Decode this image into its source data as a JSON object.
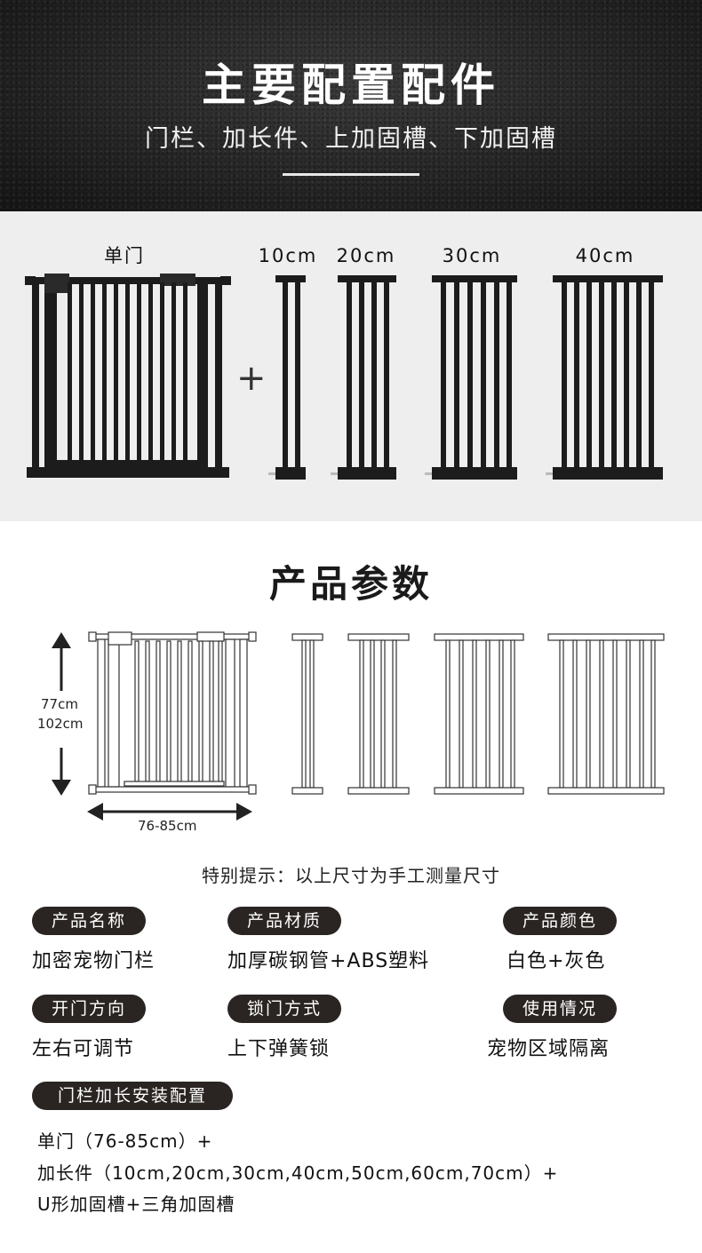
{
  "header": {
    "title": "主要配置配件",
    "subtitle": "门栏、加长件、上加固槽、下加固槽"
  },
  "parts": {
    "main_label": "单门",
    "plus": "+",
    "extensions": [
      "10cm",
      "20cm",
      "30cm",
      "40cm"
    ]
  },
  "params": {
    "title": "产品参数",
    "height_label_1": "77cm",
    "height_label_2": "102cm",
    "width_label": "76-85cm",
    "note": "特别提示：以上尺寸为手工测量尺寸"
  },
  "specs": [
    {
      "label": "产品名称",
      "value": "加密宠物门栏"
    },
    {
      "label": "产品材质",
      "value": "加厚碳钢管+ABS塑料"
    },
    {
      "label": "产品颜色",
      "value": "白色+灰色"
    },
    {
      "label": "开门方向",
      "value": "左右可调节"
    },
    {
      "label": "锁门方式",
      "value": "上下弹簧锁"
    },
    {
      "label": "使用情况",
      "value": "宠物区域隔离"
    }
  ],
  "config": {
    "label": "门栏加长安装配置",
    "lines": [
      "单门（76-85cm）+",
      "加长件（10cm,20cm,30cm,40cm,50cm,60cm,70cm）+",
      "U形加固槽+三角加固槽"
    ]
  }
}
